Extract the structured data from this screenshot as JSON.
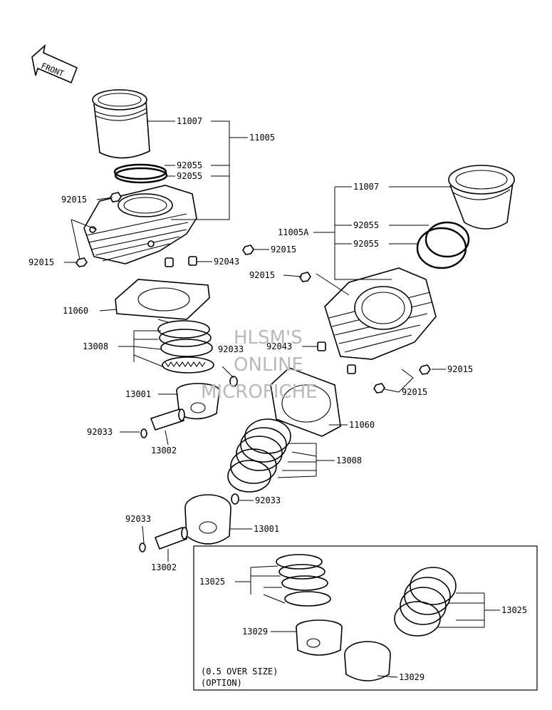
{
  "front_arrow": {
    "label": "FRONT"
  },
  "labels": {
    "a11007": "11007",
    "a11005": "11005",
    "a92055_1": "92055",
    "a92055_2": "92055",
    "a92015_top": "92015",
    "a92015_left": "92015",
    "a92015_right": "92015",
    "a92043": "92043",
    "a11060": "11060",
    "a13008": "13008",
    "a92033_mid": "92033",
    "a13001": "13001",
    "a92033_pin": "92033",
    "a13002": "13002",
    "b11007": "11007",
    "b11005A": "11005A",
    "b92055_1": "92055",
    "b92055_2": "92055",
    "b92015_left": "92015",
    "b92043": "92043",
    "b92015_r1": "92015",
    "b92015_r2": "92015",
    "b11060": "11060",
    "b13008": "13008",
    "b92033_r": "92033",
    "b92033_l": "92033",
    "b13001": "13001",
    "b13002": "13002",
    "o13025_l": "13025",
    "o13029_l": "13029",
    "o13025_r": "13025",
    "o13029_r": "13029"
  },
  "option_box": {
    "line1": "(0.5 OVER SIZE)",
    "line2": "(OPTION)"
  },
  "watermark": {
    "line1": "HLSM'S",
    "line2": "ONLINE",
    "line3": "MICROFICHE"
  }
}
